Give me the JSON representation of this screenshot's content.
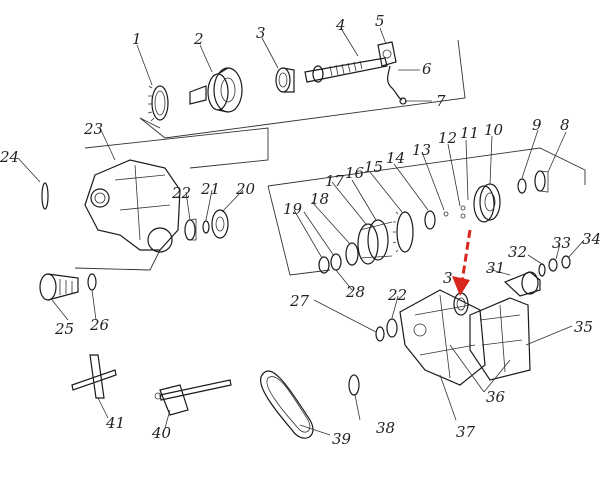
{
  "labels": {
    "p1": "1",
    "p2": "2",
    "p3": "3",
    "p4": "4",
    "p5": "5",
    "p6": "6",
    "p7": "7",
    "p8": "8",
    "p9": "9",
    "p10": "10",
    "p11": "11",
    "p12": "12",
    "p13": "13",
    "p14": "14",
    "p15": "15",
    "p16": "16",
    "p17": "17",
    "p18": "18",
    "p19": "19",
    "p20": "20",
    "p21": "21",
    "p22a": "22",
    "p22b": "22",
    "p23": "23",
    "p24": "24",
    "p25": "25",
    "p26": "26",
    "p27": "27",
    "p28": "28",
    "p30": "3",
    "p31": "31",
    "p32": "32",
    "p33": "33",
    "p34": "34",
    "p35": "35",
    "p36": "36",
    "p37": "37",
    "p38": "38",
    "p39": "39",
    "p40": "40",
    "p41": "41"
  },
  "colors": {
    "line": "#1a1a1a",
    "highlight_arrow": "#d9261c"
  }
}
